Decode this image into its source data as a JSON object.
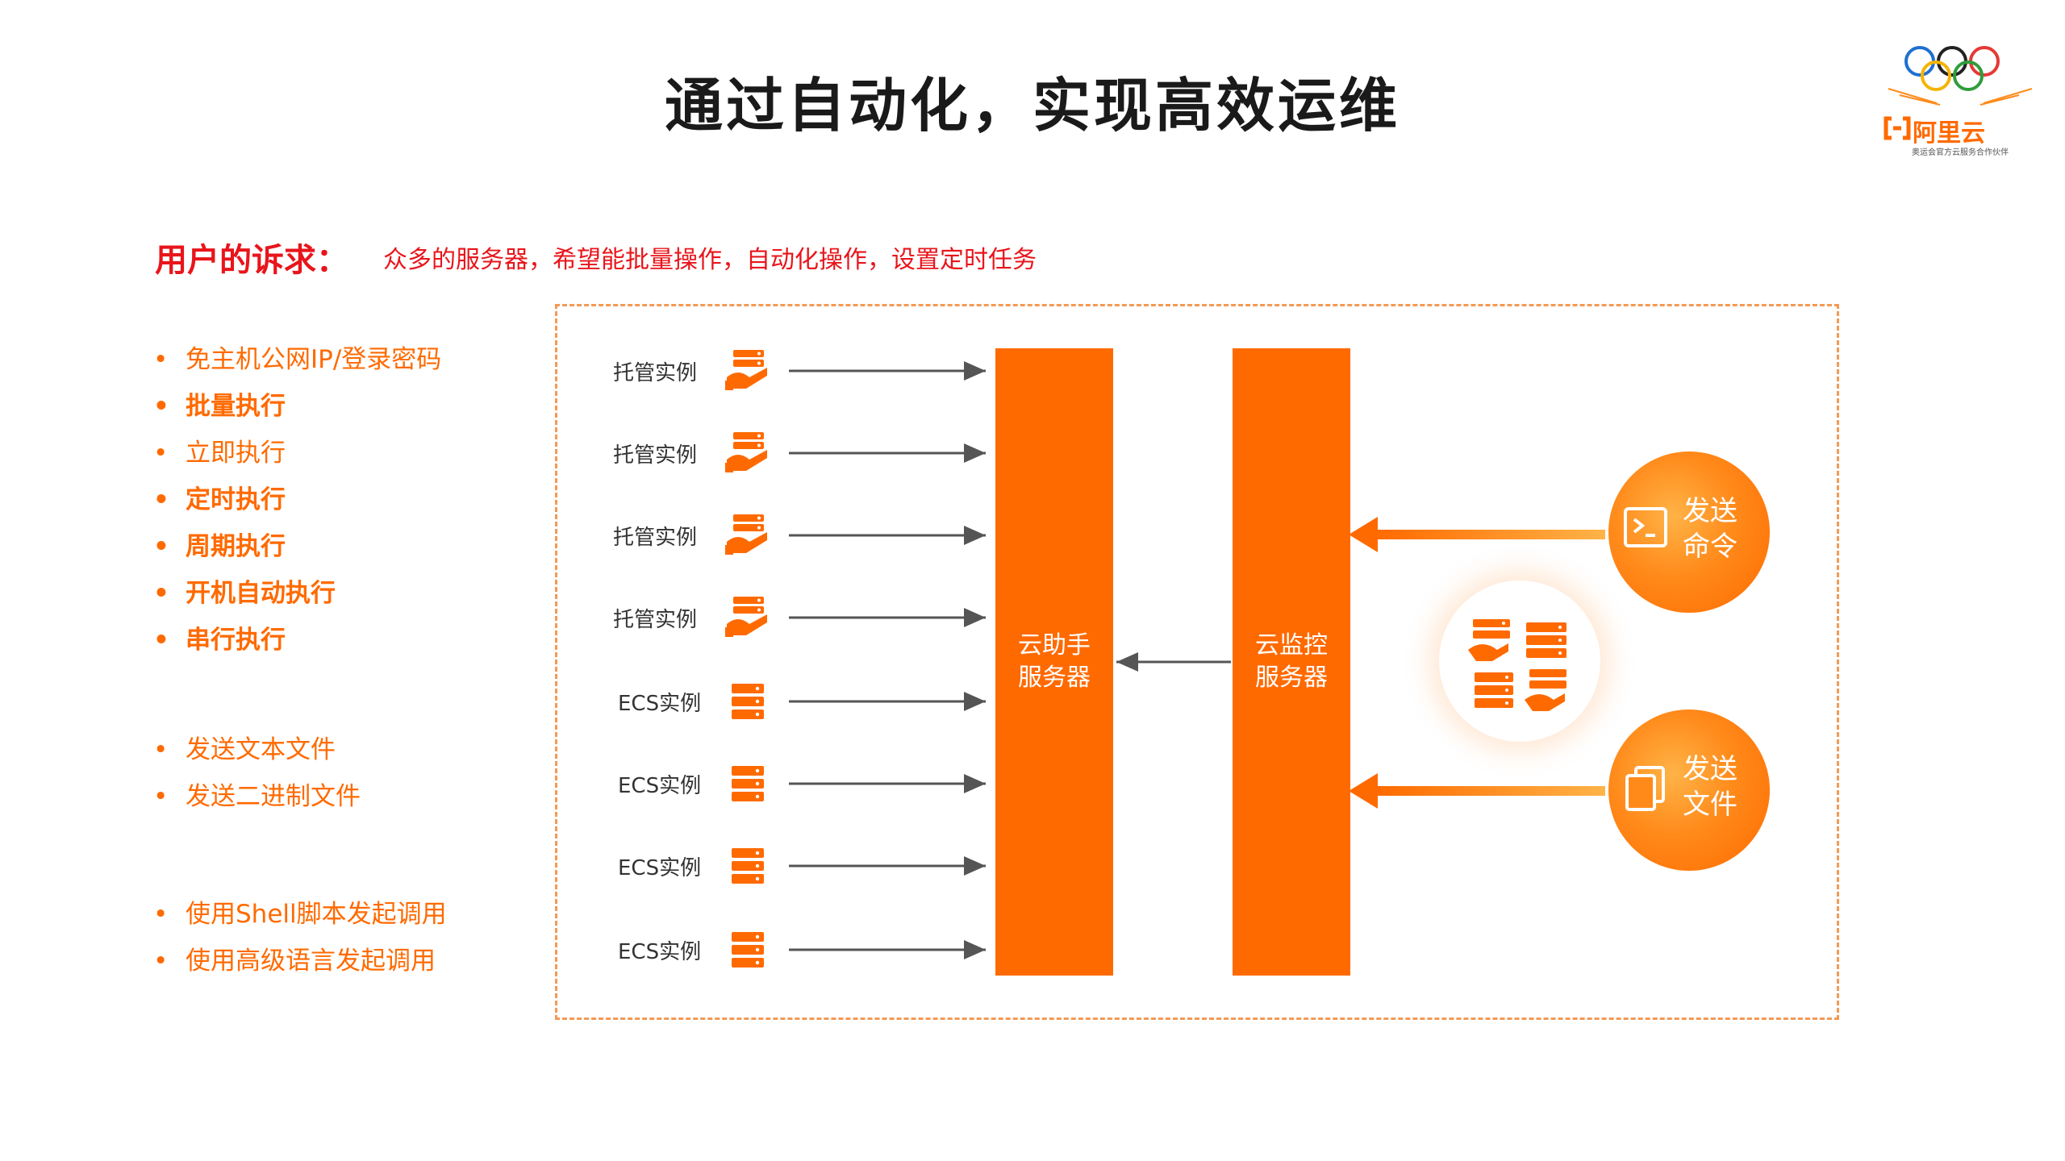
{
  "page": {
    "title": "通过自动化，实现高效运维"
  },
  "logo": {
    "brand": "阿里云",
    "tagline": "奥运会官方云服务合作伙伴"
  },
  "demand": {
    "label": "用户的诉求：",
    "text": "众多的服务器，希望能批量操作，自动化操作，设置定时任务"
  },
  "features": [
    {
      "text": "免主机公网IP/登录密码",
      "bold": false
    },
    {
      "text": "批量执行",
      "bold": true
    },
    {
      "text": "立即执行",
      "bold": false
    },
    {
      "text": "定时执行",
      "bold": true
    },
    {
      "text": "周期执行",
      "bold": true
    },
    {
      "text": "开机自动执行",
      "bold": true
    },
    {
      "text": "串行执行",
      "bold": true
    },
    {
      "text": "发送文本文件",
      "bold": false
    },
    {
      "text": "发送二进制文件",
      "bold": false
    },
    {
      "text": "使用Shell脚本发起调用",
      "bold": false
    },
    {
      "text": "使用高级语言发起调用",
      "bold": false
    }
  ],
  "instances": [
    {
      "label": "托管实例",
      "type": "managed"
    },
    {
      "label": "托管实例",
      "type": "managed"
    },
    {
      "label": "托管实例",
      "type": "managed"
    },
    {
      "label": "托管实例",
      "type": "managed"
    },
    {
      "label": "ECS实例",
      "type": "ecs"
    },
    {
      "label": "ECS实例",
      "type": "ecs"
    },
    {
      "label": "ECS实例",
      "type": "ecs"
    },
    {
      "label": "ECS实例",
      "type": "ecs"
    }
  ],
  "assistant_server": {
    "line1": "云助手",
    "line2": "服务器"
  },
  "monitor_server": {
    "line1": "云监控",
    "line2": "服务器"
  },
  "actions": {
    "send_command": {
      "line1": "发送",
      "line2": "命令",
      "icon": "terminal-icon"
    },
    "send_file": {
      "line1": "发送",
      "line2": "文件",
      "icon": "file-copy-icon"
    }
  },
  "colors": {
    "accent": "#ff6a00",
    "demand": "#e8151b",
    "frame": "#f39a55"
  }
}
